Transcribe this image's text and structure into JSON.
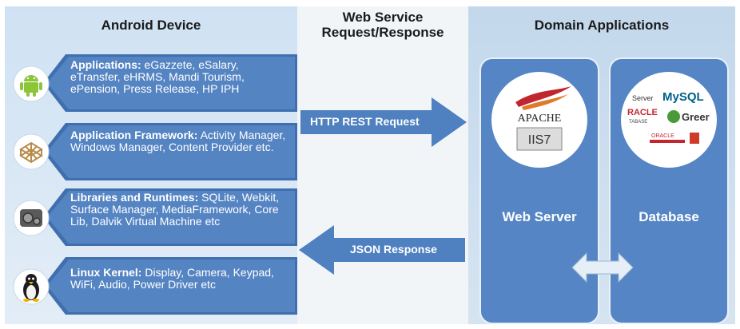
{
  "left": {
    "title": "Android Device"
  },
  "middle": {
    "title_line1": "Web Service",
    "title_line2": "Request/Response",
    "request_label": "HTTP REST Request",
    "response_label": "JSON Response"
  },
  "right": {
    "title": "Domain Applications",
    "web_server_label": "Web Server",
    "database_label": "Database",
    "web_server_logos": [
      "APACHE",
      "IIS7"
    ],
    "database_logos": [
      "Server",
      "MySQL",
      "RACLE",
      "TABASE",
      "Greer",
      "ORACLE"
    ]
  },
  "layers": [
    {
      "heading": "Applications:",
      "text": " eGazzete, eSalary, eTransfer, eHRMS, Mandi Tourism, ePension, Press Release, HP IPH",
      "icon": "android-icon"
    },
    {
      "heading": "Application Framework:",
      "text": " Activity Manager, Windows Manager, Content Provider etc.",
      "icon": "framework-icon"
    },
    {
      "heading": "Libraries and Runtimes:",
      "text": " SQLite, Webkit, Surface Manager, MediaFramework, Core Lib, Dalvik Virtual Machine etc",
      "icon": "libraries-icon"
    },
    {
      "heading": "Linux Kernel:",
      "text": " Display, Camera, Keypad, WiFi, Audio, Power Driver etc",
      "icon": "linux-penguin-icon"
    }
  ],
  "colors": {
    "blue": "#4f80c0",
    "dark_blue": "#2f5f9e",
    "light_panel": "#cfe2f3"
  }
}
